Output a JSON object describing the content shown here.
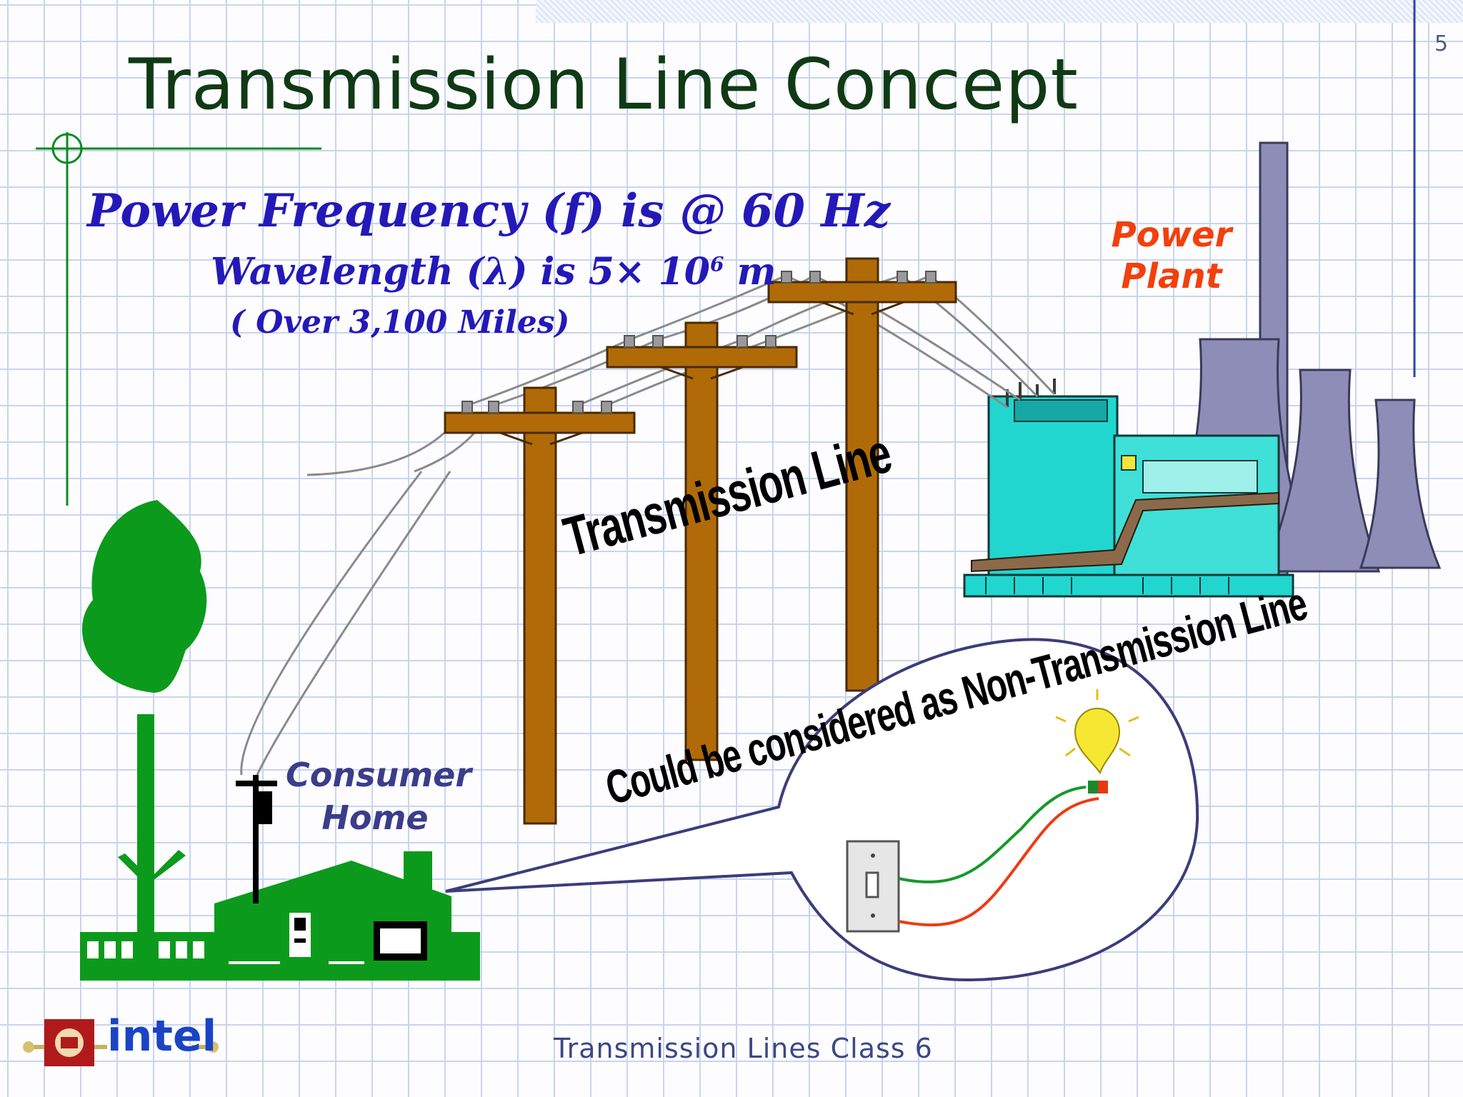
{
  "slide": {
    "title": "Transmission Line Concept",
    "page_number": "5",
    "power_frequency": "Power Frequency (f) is @ 60 Hz",
    "wavelength_prefix": "Wavelength (λ) is 5× 10",
    "wavelength_exp": "6",
    "wavelength_suffix": " m",
    "miles": "( Over 3,100 Miles)",
    "transmission_line_label": "Transmission Line",
    "power_plant_label": "Power Plant",
    "consumer_home_label": "Consumer Home",
    "non_transmission_label": "Could be considered as Non-Transmission Line",
    "footer": "Transmission Lines  Class  6",
    "logo_text": "intel"
  },
  "colors": {
    "title": "#103a14",
    "body_text": "#2419b8",
    "power_plant": "#f2400c",
    "consumer": "#3b3d8a",
    "pole": "#b06b08",
    "house": "#0c9a1c",
    "plant_building": "#22d6d0",
    "cooling_tower": "#8e8db8"
  }
}
